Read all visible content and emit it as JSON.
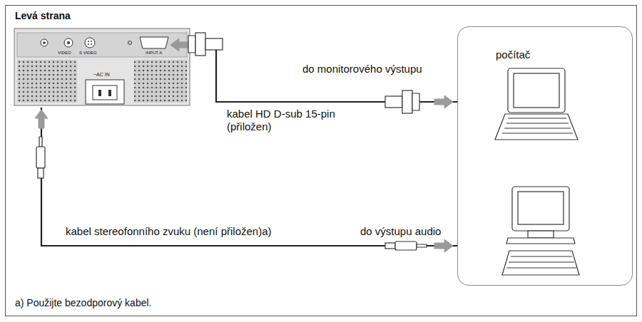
{
  "diagram": {
    "nodes": [
      {
        "text": [
          "Levá strana",
          "a) Použijte bezodporový kabel."
        ]
      },
      {
        "text": [
          "VIDEO",
          "S VIDEO",
          "INPUT A",
          "~AC IN"
        ],
        "in": 0
      },
      {
        "text": [
          "počítač"
        ],
        "in": 0
      }
    ],
    "edges": [
      {
        "from": 1,
        "to": 2,
        "arrow": "both",
        "label": "kabel HD D-sub 15-pin (přiložen)"
      },
      {
        "from": 1,
        "to": 2,
        "arrow": "both",
        "label": "kabel stereofonního zvuku (není přiložen)a)"
      }
    ],
    "labels": [
      "do monitorového výstupu",
      "do výstupu audio"
    ]
  }
}
